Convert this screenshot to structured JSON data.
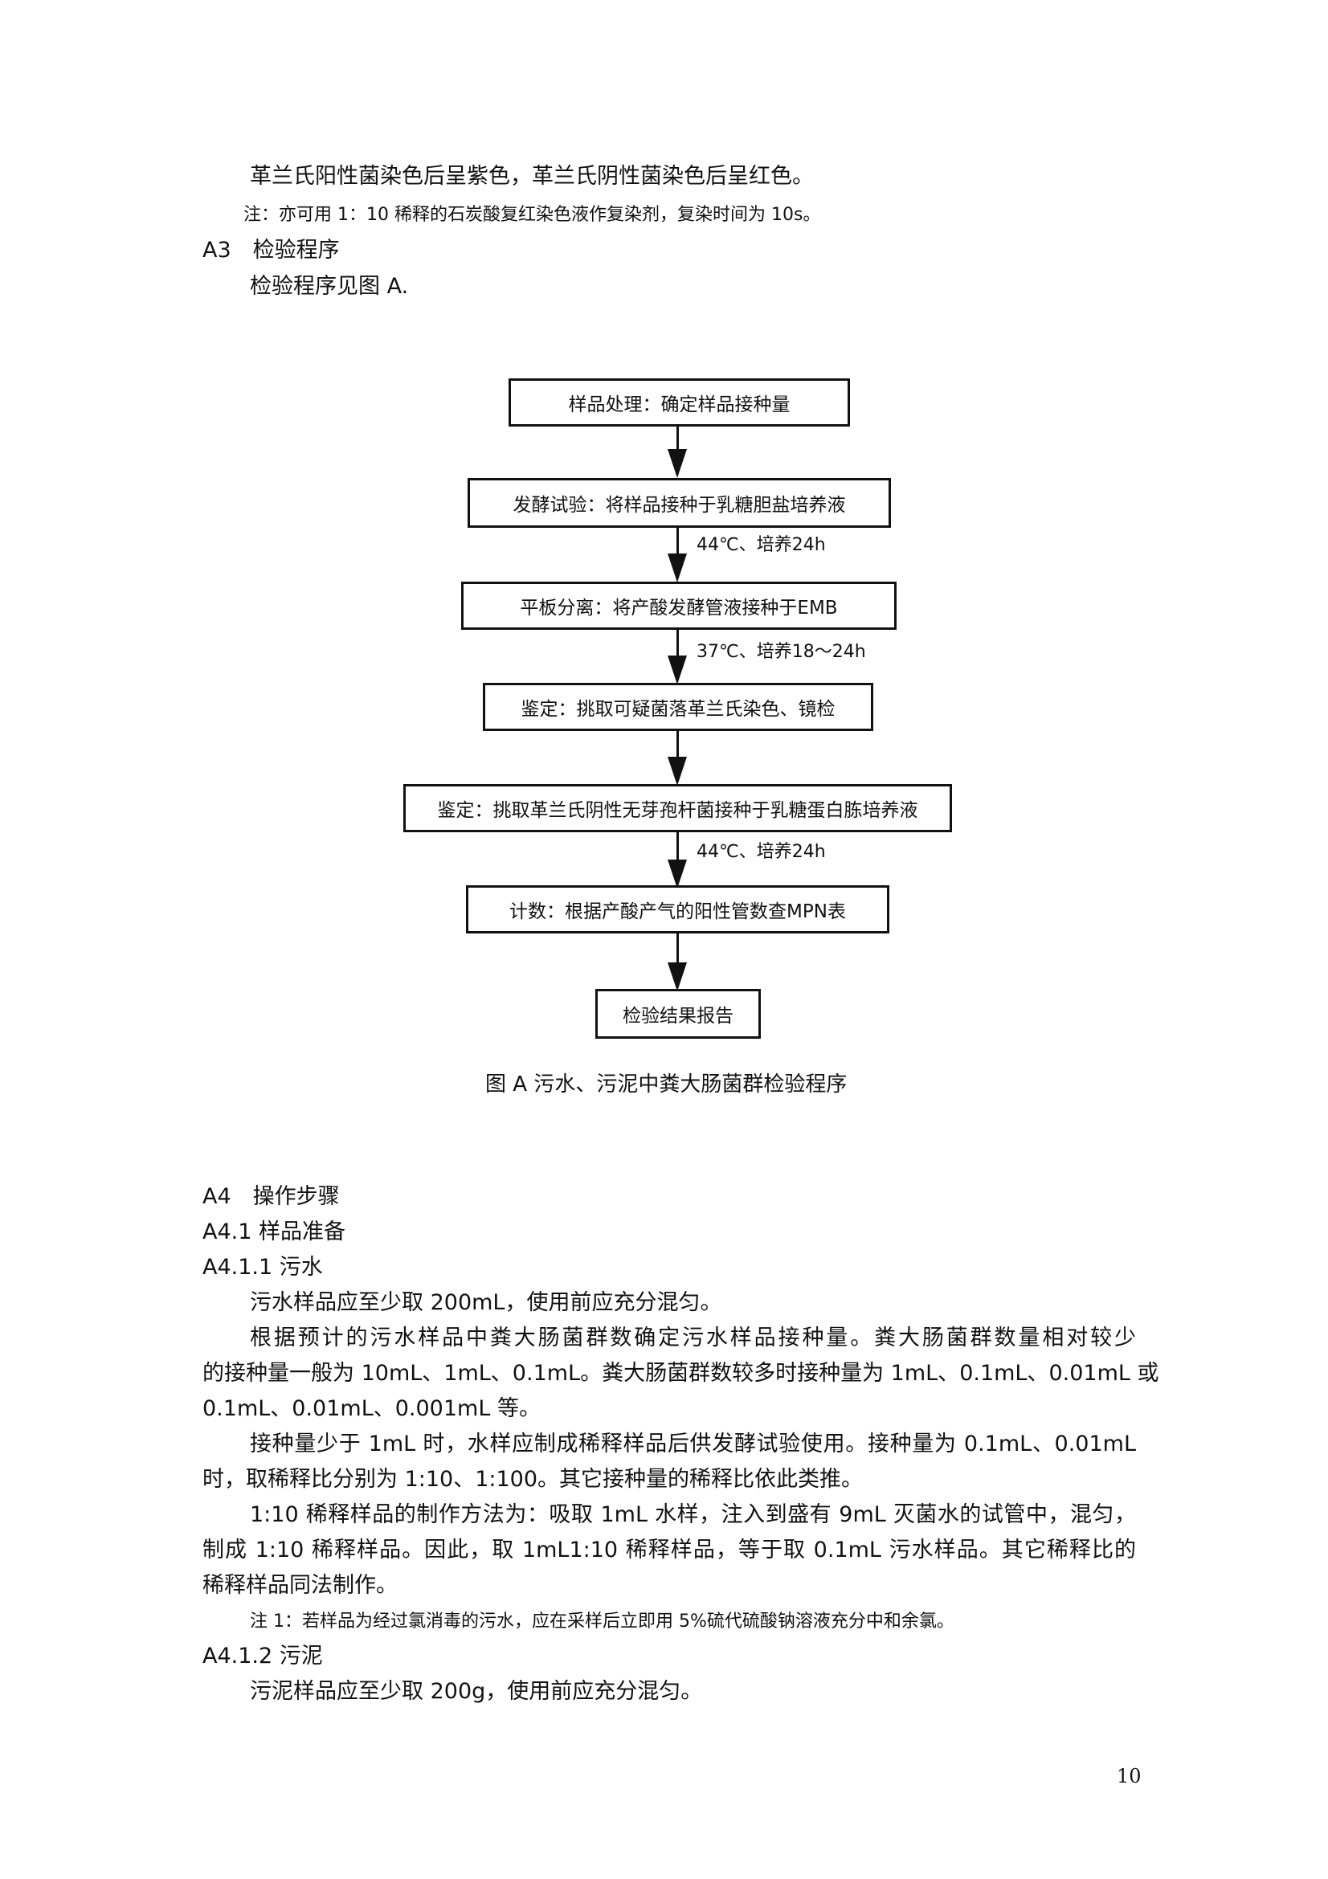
{
  "top": {
    "gram_result": "革兰氏阳性菌染色后呈紫色，革兰氏阴性菌染色后呈红色。",
    "note": "注：亦可用 1：10 稀释的石炭酸复红染色液作复染剂，复染时间为 10s。",
    "a3_heading": "A3　检验程序",
    "a3_text": "检验程序见图 A."
  },
  "flowchart": {
    "step1": "样品处理：确定样品接种量",
    "step2": "发酵试验：将样品接种于乳糖胆盐培养液",
    "cond1": "44℃、培养24h",
    "step3": "平板分离：将产酸发酵管液接种于EMB",
    "cond2": "37℃、培养18～24h",
    "step4": "鉴定：挑取可疑菌落革兰氏染色、镜检",
    "step5": "鉴定：挑取革兰氏阴性无芽孢杆菌接种于乳糖蛋白胨培养液",
    "cond3": "44℃、培养24h",
    "step6": "计数：根据产酸产气的阳性管数查MPN表",
    "step7": "检验结果报告"
  },
  "caption": "图 A  污水、污泥中粪大肠菌群检验程序",
  "a4": {
    "heading": "A4　操作步骤",
    "h41": "A4.1 样品准备",
    "h411": "A4.1.1 污水",
    "p1": "污水样品应至少取 200mL，使用前应充分混匀。",
    "p2_l1": "根据预计的污水样品中粪大肠菌群数确定污水样品接种量。粪大肠菌群数量相对较少",
    "p2_l2": "的接种量一般为 10mL、1mL、0.1mL。粪大肠菌群数较多时接种量为 1mL、0.1mL、0.01mL 或",
    "p2_l3": "0.1mL、0.01mL、0.001mL 等。",
    "p3_l1": "接种量少于 1mL 时，水样应制成稀释样品后供发酵试验使用。接种量为 0.1mL、0.01mL",
    "p3_l2": "时，取稀释比分别为 1:10、1:100。其它接种量的稀释比依此类推。",
    "p4_l1": "1:10 稀释样品的制作方法为：吸取 1mL 水样，注入到盛有 9mL 灭菌水的试管中，混匀，",
    "p4_l2": "制成 1:10 稀释样品。因此，取 1mL1:10 稀释样品，等于取 0.1mL 污水样品。其它稀释比的",
    "p4_l3": "稀释样品同法制作。",
    "note1": "注 1：若样品为经过氯消毒的污水，应在采样后立即用 5%硫代硫酸钠溶液充分中和余氯。",
    "h412": "A4.1.2 污泥",
    "p5": "污泥样品应至少取 200g，使用前应充分混匀。"
  },
  "page_number": "10"
}
